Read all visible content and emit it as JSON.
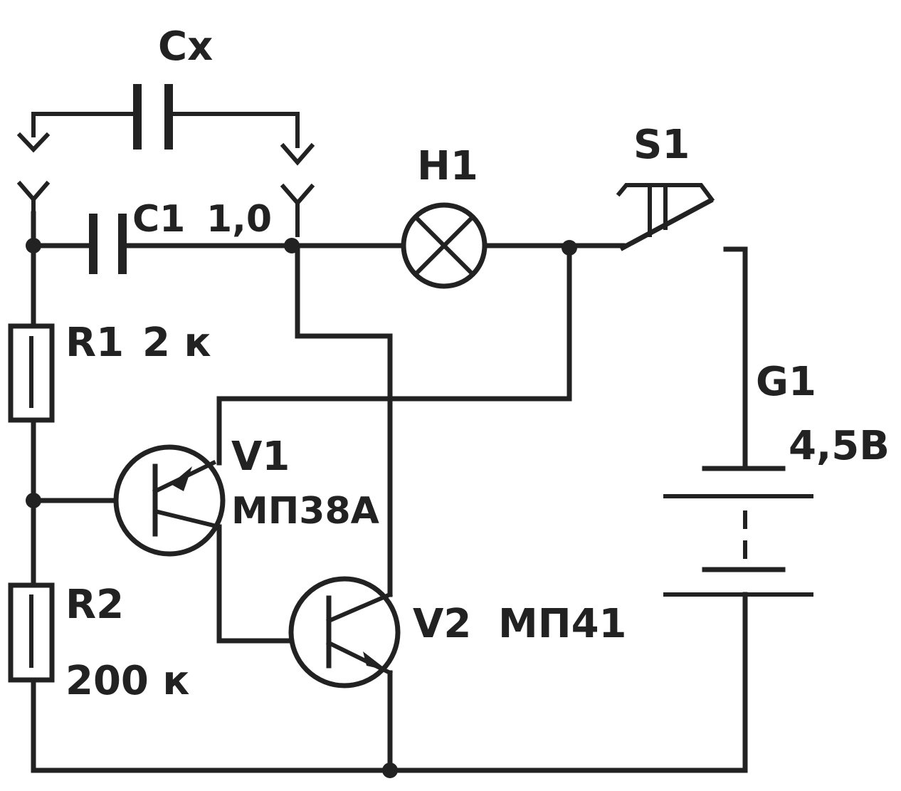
{
  "diagram": {
    "components": {
      "cx": {
        "name": "Cx"
      },
      "c1": {
        "name": "C1",
        "value": "1,0"
      },
      "h1": {
        "name": "H1"
      },
      "s1": {
        "name": "S1"
      },
      "r1": {
        "name": "R1",
        "value": "2 к"
      },
      "r2": {
        "name": "R2",
        "value": "200 к"
      },
      "v1": {
        "name": "V1",
        "model": "МП38А"
      },
      "v2": {
        "name": "V2",
        "model": "МП41"
      },
      "g1": {
        "name": "G1",
        "value": "4,5В"
      }
    }
  },
  "colors": {
    "ink": "#222222",
    "paper": "#ffffff"
  }
}
